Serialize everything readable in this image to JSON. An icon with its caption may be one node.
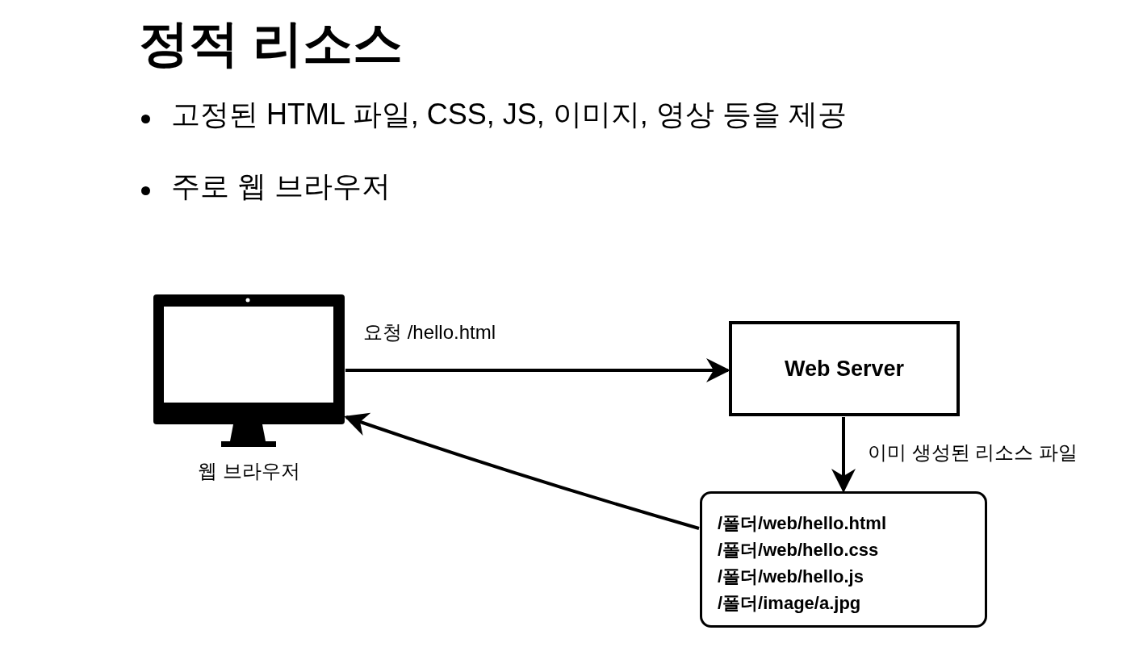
{
  "diagram": {
    "title": "정적 리소스",
    "nodes": [
      {
        "text": [],
        "shape": "picture",
        "beside": [
          "웹 브라우저"
        ]
      },
      {
        "text": [
          "Web Server"
        ]
      },
      {
        "text": [
          "/폴더/web/hello.html",
          "/폴더/web/hello.css",
          "/폴더/web/hello.js",
          "/폴더/image/a.jpg"
        ]
      }
    ],
    "edges": [
      {
        "from": 0,
        "to": 1,
        "arrow": "to",
        "label": "요청 /hello.html"
      },
      {
        "from": 1,
        "to": 2,
        "arrow": "to",
        "label": "이미 생성된 리소스 파일"
      },
      {
        "from": 2,
        "to": 0,
        "arrow": "to"
      }
    ],
    "labels": [
      "고정된 HTML 파일, CSS, JS, 이미지, 영상 등을 제공",
      "주로 웹 브라우저"
    ]
  }
}
